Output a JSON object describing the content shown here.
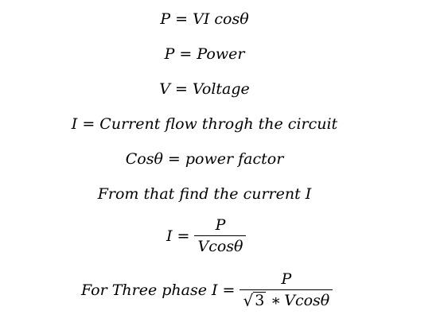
{
  "equations": {
    "line1": "P = VI cosθ",
    "line2": "P = Power",
    "line3": "V = Voltage",
    "line4": "I = Current flow throgh the circuit",
    "line5": "Cosθ = power factor",
    "line6": "From that find the current I"
  },
  "fraction1": {
    "lhs": "I =",
    "numerator": "P",
    "denominator": "Vcosθ"
  },
  "fraction2": {
    "lhs": "For Three phase I =",
    "numerator": "P",
    "radical": "√",
    "radicand": "3",
    "operator": "∗",
    "denominator_rest": "Vcosθ"
  }
}
